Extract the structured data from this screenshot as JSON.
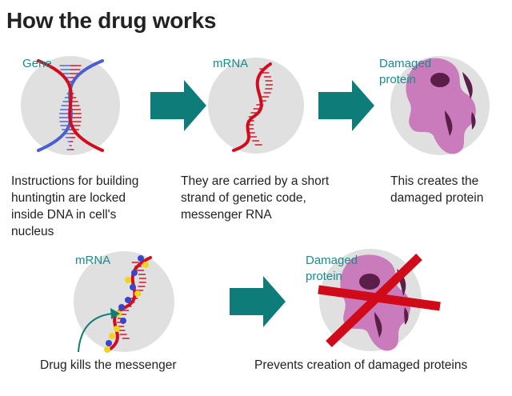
{
  "title": "How the drug works",
  "colors": {
    "circle": "#e0e0e0",
    "arrow": "#0e7c78",
    "label": "#1a8c8c",
    "strand_red": "#d00d1e",
    "strand_blue": "#4a5fd0",
    "protein": "#c97bbb",
    "protein_dark": "#5a1e48",
    "cross": "#d10a1a",
    "drug_yellow": "#f5d21a",
    "drug_blue": "#3c45c8"
  },
  "steps": [
    {
      "label": "Gene",
      "caption": [
        "Instructions for building",
        "huntingtin are locked",
        "inside DNA in cell's",
        "nucleus"
      ]
    },
    {
      "label": "mRNA",
      "caption": [
        "They are carried by a short",
        "strand of genetic code,",
        "messenger RNA"
      ]
    },
    {
      "label_lines": [
        "Damaged",
        "protein"
      ],
      "caption": [
        "This creates the",
        "damaged protein"
      ]
    },
    {
      "label": "mRNA",
      "caption": [
        "Drug kills the messenger"
      ]
    },
    {
      "label_lines": [
        "Damaged",
        "protein"
      ],
      "caption": [
        "Prevents creation of damaged proteins"
      ]
    }
  ]
}
